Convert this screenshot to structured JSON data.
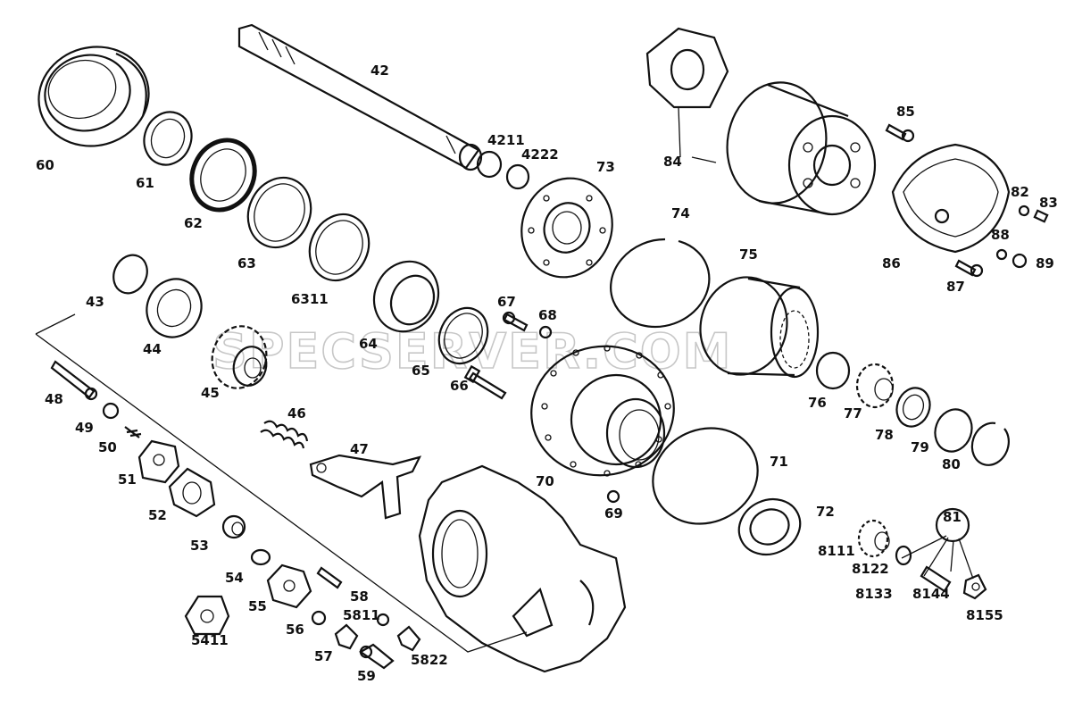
{
  "watermark": "SPECSERVER.COM",
  "parts": [
    {
      "id": "p42",
      "label": "42",
      "shape": "shaft"
    },
    {
      "id": "p4211",
      "label": "4211",
      "shape": "snap-ring"
    },
    {
      "id": "p4222",
      "label": "4222",
      "shape": "snap-ring"
    },
    {
      "id": "p60",
      "label": "60",
      "shape": "cover"
    },
    {
      "id": "p61",
      "label": "61",
      "shape": "ring"
    },
    {
      "id": "p62",
      "label": "62",
      "shape": "seal"
    },
    {
      "id": "p63",
      "label": "63",
      "shape": "ring"
    },
    {
      "id": "p6311",
      "label": "6311",
      "shape": "ring"
    },
    {
      "id": "p64",
      "label": "64",
      "shape": "bearing"
    },
    {
      "id": "p65",
      "label": "65",
      "shape": "ring"
    },
    {
      "id": "p66",
      "label": "66",
      "shape": "bolt"
    },
    {
      "id": "p67",
      "label": "67",
      "shape": "bolt"
    },
    {
      "id": "p68",
      "label": "68",
      "shape": "nut"
    },
    {
      "id": "p43",
      "label": "43",
      "shape": "snap-ring"
    },
    {
      "id": "p44",
      "label": "44",
      "shape": "bearing"
    },
    {
      "id": "p45",
      "label": "45",
      "shape": "gear"
    },
    {
      "id": "p46",
      "label": "46",
      "shape": "spring"
    },
    {
      "id": "p47",
      "label": "47",
      "shape": "fork"
    },
    {
      "id": "p48",
      "label": "48",
      "shape": "pin"
    },
    {
      "id": "p49",
      "label": "49",
      "shape": "washer"
    },
    {
      "id": "p50",
      "label": "50",
      "shape": "spring"
    },
    {
      "id": "p51",
      "label": "51",
      "shape": "plate"
    },
    {
      "id": "p52",
      "label": "52",
      "shape": "cylinder"
    },
    {
      "id": "p53",
      "label": "53",
      "shape": "bushing"
    },
    {
      "id": "p54",
      "label": "54",
      "shape": "o-ring"
    },
    {
      "id": "p5411",
      "label": "5411",
      "shape": "gasket"
    },
    {
      "id": "p55",
      "label": "55",
      "shape": "cover"
    },
    {
      "id": "p56",
      "label": "56",
      "shape": "washer"
    },
    {
      "id": "p57",
      "label": "57",
      "shape": "plug"
    },
    {
      "id": "p58",
      "label": "58",
      "shape": "bolt"
    },
    {
      "id": "p5811",
      "label": "5811",
      "shape": "washer"
    },
    {
      "id": "p5822",
      "label": "5822",
      "shape": "plug"
    },
    {
      "id": "p59",
      "label": "59",
      "shape": "switch"
    },
    {
      "id": "p70",
      "label": "70",
      "shape": "hub"
    },
    {
      "id": "p69",
      "label": "69",
      "shape": "nut"
    },
    {
      "id": "p71",
      "label": "71",
      "shape": "o-ring"
    },
    {
      "id": "p72",
      "label": "72",
      "shape": "bearing"
    },
    {
      "id": "p73",
      "label": "73",
      "shape": "flange"
    },
    {
      "id": "p74",
      "label": "74",
      "shape": "snap-ring"
    },
    {
      "id": "p75",
      "label": "75",
      "shape": "ring-gear"
    },
    {
      "id": "p76",
      "label": "76",
      "shape": "washer"
    },
    {
      "id": "p77",
      "label": "77",
      "shape": "gear"
    },
    {
      "id": "p78",
      "label": "78",
      "shape": "washer"
    },
    {
      "id": "p79",
      "label": "79",
      "shape": "ring"
    },
    {
      "id": "p80",
      "label": "80",
      "shape": "snap-ring"
    },
    {
      "id": "p84",
      "label": "84",
      "shape": "planet-carrier"
    },
    {
      "id": "p85",
      "label": "85",
      "shape": "bolt"
    },
    {
      "id": "p86",
      "label": "86",
      "shape": "cover"
    },
    {
      "id": "p82",
      "label": "82",
      "shape": "nut"
    },
    {
      "id": "p83",
      "label": "83",
      "shape": "bolt"
    },
    {
      "id": "p88",
      "label": "88",
      "shape": "nut"
    },
    {
      "id": "p89",
      "label": "89",
      "shape": "bolt"
    },
    {
      "id": "p87",
      "label": "87",
      "shape": "bolt"
    },
    {
      "id": "p81",
      "label": "81",
      "shape": "callout"
    },
    {
      "id": "p8111",
      "label": "8111",
      "shape": "gear"
    },
    {
      "id": "p8122",
      "label": "8122",
      "shape": "washer"
    },
    {
      "id": "p8133",
      "label": "8133",
      "shape": "ring"
    },
    {
      "id": "p8144",
      "label": "8144",
      "shape": "pin"
    },
    {
      "id": "p8155",
      "label": "8155",
      "shape": "plate"
    },
    {
      "id": "housing",
      "label": "",
      "shape": "housing"
    }
  ]
}
